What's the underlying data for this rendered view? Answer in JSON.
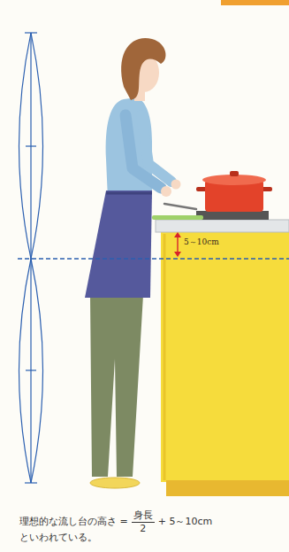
{
  "diagram": {
    "labels": [
      "5～10cm",
      "理想的な流し台の高さ =",
      "身長",
      "2",
      "+ 5～10cm",
      "といわれている。"
    ]
  }
}
